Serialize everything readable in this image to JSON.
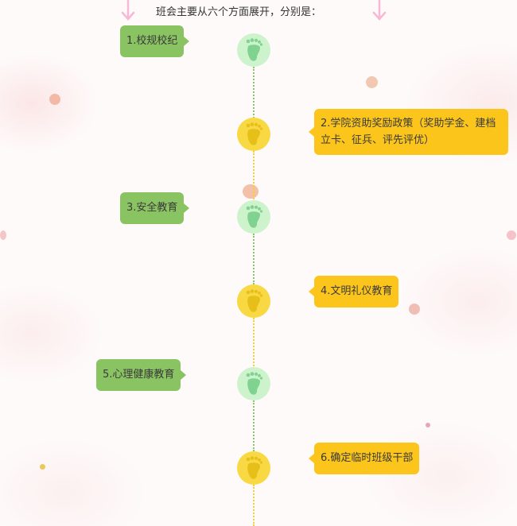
{
  "header": {
    "intro_text": "班会主要从六个方面展开，分别是："
  },
  "timeline": {
    "items": [
      {
        "label": "1.校规校纪",
        "icon": "footprint-icon",
        "color": "#8ac462"
      },
      {
        "label": "2.学院资助奖励政策（奖助学金、建档立卡、征兵、评先评优）",
        "icon": "footprint-icon",
        "color": "#fcc51c"
      },
      {
        "label": "3.安全教育",
        "icon": "footprint-icon",
        "color": "#8ac462"
      },
      {
        "label": "4.文明礼仪教育",
        "icon": "footprint-icon",
        "color": "#fcc51c"
      },
      {
        "label": "5.心理健康教育",
        "icon": "footprint-icon",
        "color": "#8ac462"
      },
      {
        "label": "6.确定临时班级干部",
        "icon": "footprint-icon",
        "color": "#fcc51c"
      }
    ]
  },
  "colors": {
    "green_bubble": "#8ac462",
    "yellow_bubble": "#fcc51c",
    "green_circle": "#cdf3cd",
    "yellow_circle": "#f9d943",
    "green_foot": "#7fd28f",
    "yellow_foot": "#e6bf18"
  }
}
